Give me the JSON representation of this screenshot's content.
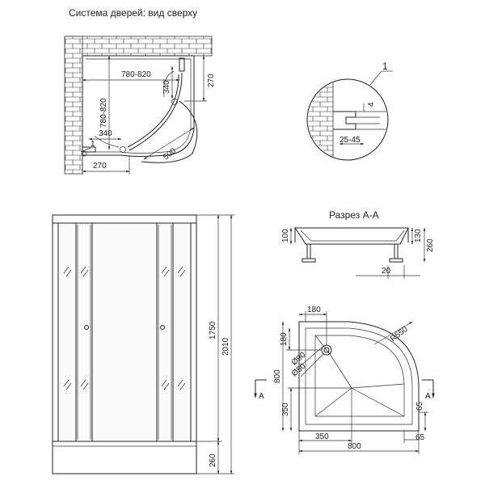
{
  "top_view": {
    "title": "Система дверей: вид сверху",
    "dims": {
      "width_top": "780-820",
      "height_left": "780-820",
      "d270_right": "270",
      "d340_right": "340",
      "d340_bottom": "340",
      "d500": "500",
      "d270_bottom": "270",
      "label_1": "1"
    }
  },
  "detail": {
    "callout": "1",
    "dim_4": "4",
    "dim_range": "25-45"
  },
  "section": {
    "title": "Разрез А-А",
    "dims": {
      "d100": "100",
      "d130": "130",
      "d260": "260",
      "d20": "20"
    }
  },
  "front_view": {
    "dims": {
      "d1750": "1750",
      "d2010": "2010",
      "d260": "260"
    }
  },
  "tray_plan": {
    "dims": {
      "d180_top": "180",
      "d180_left": "180",
      "r550": "R550",
      "d90": "Ø90",
      "d50": "Ø50",
      "d800_left": "800",
      "d350_left": "350",
      "d350_bottom": "350",
      "d800_bottom": "800",
      "d65_right": "65",
      "d65_bottom": "65",
      "section_mark_left": "A",
      "section_mark_right": "A"
    }
  }
}
